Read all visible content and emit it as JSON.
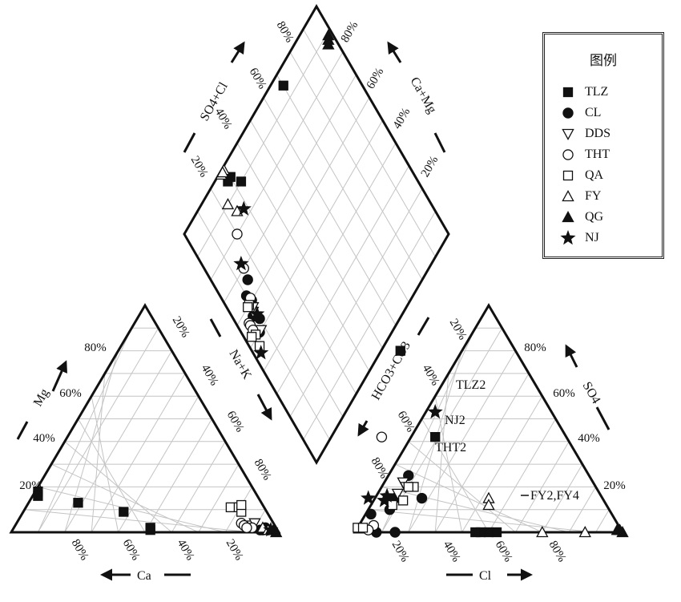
{
  "legend": {
    "title": "图例",
    "items": [
      {
        "key": "TLZ",
        "label": "TLZ",
        "marker": "filled-square"
      },
      {
        "key": "CL",
        "label": "CL",
        "marker": "filled-circle"
      },
      {
        "key": "DDS",
        "label": "DDS",
        "marker": "open-down-triangle"
      },
      {
        "key": "THT",
        "label": "THT",
        "marker": "open-circle"
      },
      {
        "key": "QA",
        "label": "QA",
        "marker": "open-square"
      },
      {
        "key": "FY",
        "label": "FY",
        "marker": "open-triangle"
      },
      {
        "key": "QG",
        "label": "QG",
        "marker": "filled-triangle"
      },
      {
        "key": "NJ",
        "label": "NJ",
        "marker": "filled-star"
      }
    ]
  },
  "chart_data": {
    "type": "scatter",
    "subtype": "piper-trilinear",
    "title": "",
    "grid": true,
    "ticks": [
      "20%",
      "40%",
      "60%",
      "80%"
    ],
    "axes": {
      "cation_mg": "Mg",
      "cation_ca": "Ca",
      "cation_nak": "Na+K",
      "anion_so4": "SO4",
      "anion_cl": "Cl",
      "anion_hco3": "HCO3+CO3",
      "diamond_so4cl": "SO4+Cl",
      "diamond_camg": "Ca+Mg"
    },
    "annotations": [
      "TLZ2",
      "NJ2",
      "THT2",
      "FY2,FY4"
    ],
    "series": [
      {
        "key": "TLZ",
        "cations": [
          [
            10,
            18
          ],
          [
            10,
            16
          ],
          [
            25,
            13
          ],
          [
            42,
            9
          ],
          [
            52,
            1
          ],
          [
            52,
            2
          ]
        ],
        "anions": [
          [
            17,
            80
          ],
          [
            50,
            0
          ],
          [
            47,
            0
          ],
          [
            53,
            0
          ],
          [
            45,
            0
          ],
          [
            30,
            42
          ]
        ],
        "diamond": [
          [
            70,
            95
          ],
          [
            30,
            95
          ],
          [
            28,
            95
          ],
          [
            33,
            90
          ]
        ]
      },
      {
        "key": "CL",
        "cations": [
          [
            94,
            1
          ],
          [
            93,
            1
          ],
          [
            95,
            2
          ],
          [
            96,
            1
          ]
        ],
        "anions": [
          [
            20,
            25
          ],
          [
            25,
            15
          ],
          [
            15,
            15
          ],
          [
            13,
            10
          ],
          [
            6,
            8
          ],
          [
            8,
            0
          ],
          [
            15,
            0
          ]
        ],
        "diamond": [
          [
            14,
            66
          ],
          [
            10,
            63
          ],
          [
            11,
            60
          ],
          [
            8,
            56
          ],
          [
            10,
            53
          ],
          [
            7,
            50
          ]
        ]
      },
      {
        "key": "DDS",
        "cations": [
          [
            90,
            3
          ],
          [
            91,
            4
          ]
        ],
        "anions": [
          [
            18,
            22
          ],
          [
            16,
            17
          ],
          [
            19,
            20
          ]
        ],
        "diamond": [
          [
            9,
            57
          ],
          [
            8,
            50
          ],
          [
            10,
            58
          ]
        ]
      },
      {
        "key": "THT",
        "cations": [
          [
            86,
            4
          ],
          [
            87,
            3
          ],
          [
            90,
            2
          ],
          [
            88,
            2
          ]
        ],
        "anions": [
          [
            10,
            42
          ],
          [
            7,
            3
          ],
          [
            5,
            1
          ]
        ],
        "diamond": [
          [
            11,
            61
          ],
          [
            15,
            70
          ],
          [
            20,
            80
          ],
          [
            5,
            56
          ],
          [
            5,
            55
          ],
          [
            5,
            53
          ]
        ]
      },
      {
        "key": "QA",
        "cations": [
          [
            82,
            11
          ],
          [
            85,
            11
          ],
          [
            86,
            9
          ],
          [
            86,
            12
          ]
        ],
        "anions": [
          [
            22,
            20
          ],
          [
            20,
            20
          ],
          [
            18,
            14
          ],
          [
            14,
            12
          ],
          [
            1,
            2
          ],
          [
            3,
            2
          ]
        ],
        "diamond": [
          [
            9,
            60
          ],
          [
            8,
            60
          ],
          [
            5,
            51
          ],
          [
            3,
            52
          ],
          [
            4,
            47
          ]
        ]
      },
      {
        "key": "FY",
        "cations": [
          [
            94,
            2
          ],
          [
            96,
            1
          ]
        ],
        "anions": [
          [
            50,
            15
          ],
          [
            50,
            12
          ],
          [
            70,
            0
          ],
          [
            86,
            0
          ]
        ],
        "diamond": [
          [
            29,
            99
          ],
          [
            27,
            99
          ],
          [
            28,
            99
          ],
          [
            23,
            90
          ],
          [
            25,
            85
          ]
        ]
      },
      {
        "key": "QG",
        "cations": [
          [
            97,
            1
          ],
          [
            98,
            1
          ],
          [
            99,
            0
          ]
        ],
        "anions": [
          [
            98,
            1
          ],
          [
            99,
            1
          ],
          [
            100,
            0
          ]
        ],
        "diamond": [
          [
            96,
            87
          ],
          [
            97,
            88
          ],
          [
            98,
            89
          ]
        ]
      },
      {
        "key": "NJ",
        "cations": [
          [
            97,
            1
          ]
        ],
        "anions": [
          [
            30,
            53
          ],
          [
            5,
            15
          ],
          [
            12,
            16
          ],
          [
            11,
            14
          ]
        ],
        "diamond": [
          [
            28,
            83
          ],
          [
            3,
            45
          ],
          [
            15,
            72
          ],
          [
            10,
            55
          ]
        ]
      }
    ]
  }
}
